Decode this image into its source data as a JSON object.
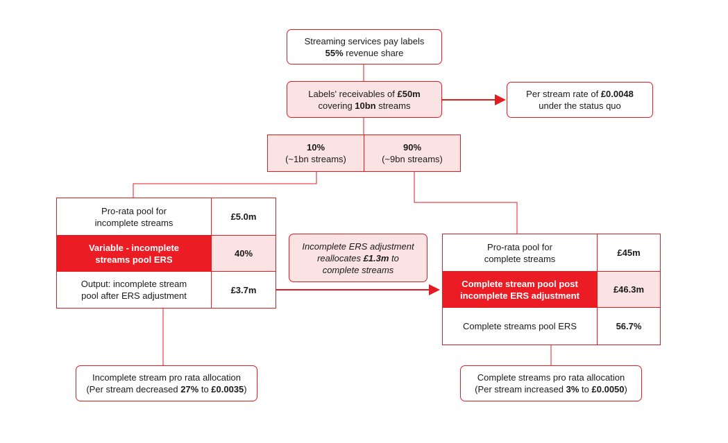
{
  "top_box": {
    "line1": "Streaming services pay labels",
    "bold": "55%",
    "rest": " revenue share"
  },
  "receivables_box": {
    "pre": "Labels' receivables of ",
    "amount": "£50m",
    "line2_pre": "covering ",
    "streams": "10bn",
    "line2_post": " streams"
  },
  "status_quo_box": {
    "pre": "Per stream rate of ",
    "rate": "£0.0048",
    "line2": "under the status quo"
  },
  "split": {
    "left": {
      "pct": "10%",
      "streams": "(~1bn streams)"
    },
    "right": {
      "pct": "90%",
      "streams": "(~9bn streams)"
    }
  },
  "incomplete_table": {
    "rows": [
      {
        "label": "Pro-rata pool for incomplete streams",
        "value": "£5.0m"
      },
      {
        "label": "Variable - incomplete streams pool ERS",
        "value": "40%"
      },
      {
        "label": "Output: incomplete stream pool after ERS adjustment",
        "value": "£3.7m"
      }
    ]
  },
  "adjustment_note": {
    "pre": "Incomplete ERS adjustment reallocates ",
    "amount": "£1.3m",
    "post": " to complete streams"
  },
  "complete_table": {
    "rows": [
      {
        "label": "Pro-rata pool for complete streams",
        "value": "£45m"
      },
      {
        "label": "Complete stream pool post incomplete ERS adjustment",
        "value": "£46.3m"
      },
      {
        "label": "Complete streams pool ERS",
        "value": "56.7%"
      }
    ]
  },
  "incomplete_allocation": {
    "line1": "Incomplete stream pro rata allocation",
    "pre": "(Per stream decreased ",
    "pct": "27%",
    "mid": " to ",
    "rate": "£0.0035",
    "post": ")"
  },
  "complete_allocation": {
    "line1": "Complete streams pro rata allocation",
    "pre": "(Per stream increased ",
    "pct": "3%",
    "mid": " to ",
    "rate": "£0.0050",
    "post": ")"
  },
  "colors": {
    "accent": "#e31b23",
    "pink_fill": "#fbe3e3",
    "dark_fill": "#ec1c24"
  }
}
